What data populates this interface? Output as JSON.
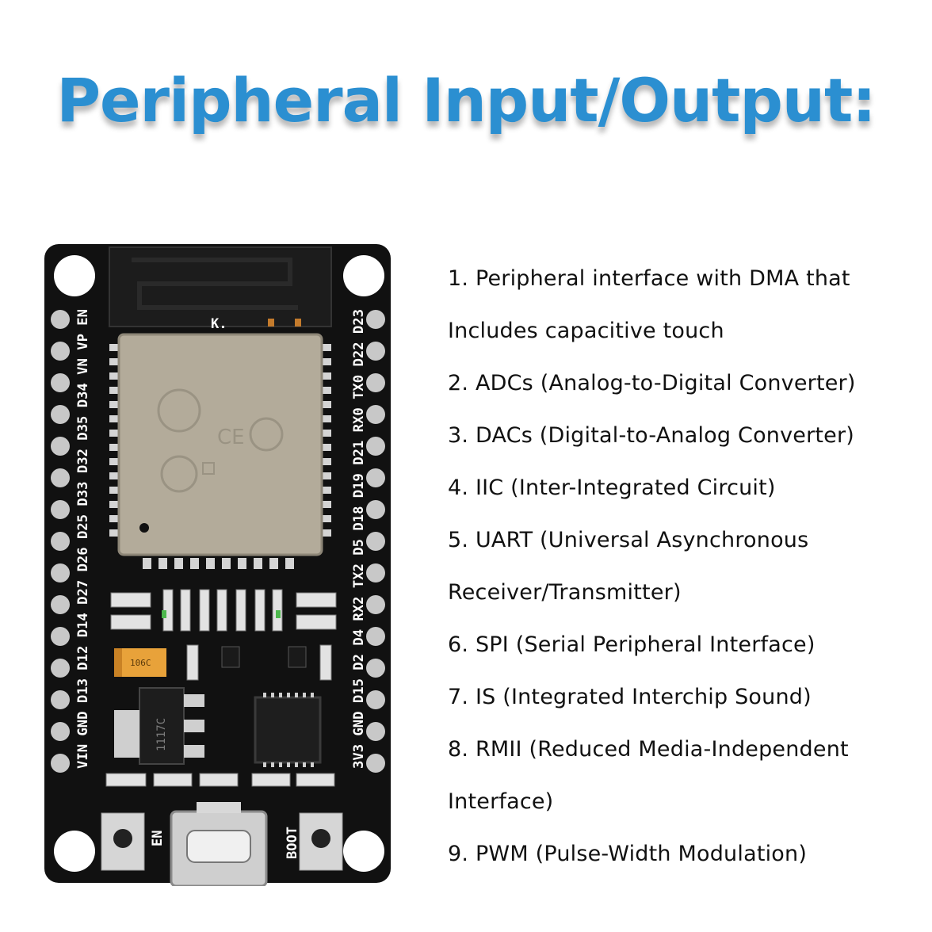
{
  "title": "Peripheral Input/Output:",
  "features": [
    "1. Peripheral interface with DMA that",
    "Includes capacitive touch",
    "2. ADCs (Analog-to-Digital Converter)",
    "3. DACs (Digital-to-Analog Converter)",
    "4. IIC (Inter-Integrated Circuit)",
    "5. UART (Universal Asynchronous",
    "Receiver/Transmitter)",
    "6. SPI (Serial Peripheral Interface)",
    "7. IS (Integrated Interchip Sound)",
    "8. RMII (Reduced Media-Independent",
    "Interface)",
    "9. PWM (Pulse-Width Modulation)"
  ],
  "board": {
    "left_pins": "VIN GND D13 D12 D14 D27 D26 D25 D33 D32 D35 D34 VN VP EN",
    "right_pins": "3V3 GND D15 D2 D4 RX2 TX2 D5 D18 D19 D21 RX0 TX0 D22 D23",
    "en_label": "EN",
    "boot_label": "BOOT",
    "k_mark": "K.",
    "cap_label": "106C",
    "regulator_label": "1117C",
    "colors": {
      "pcb": "#111111",
      "shield": "#b3ab9a",
      "pin": "#c8c8c8",
      "title": "#2b8fd1"
    }
  }
}
